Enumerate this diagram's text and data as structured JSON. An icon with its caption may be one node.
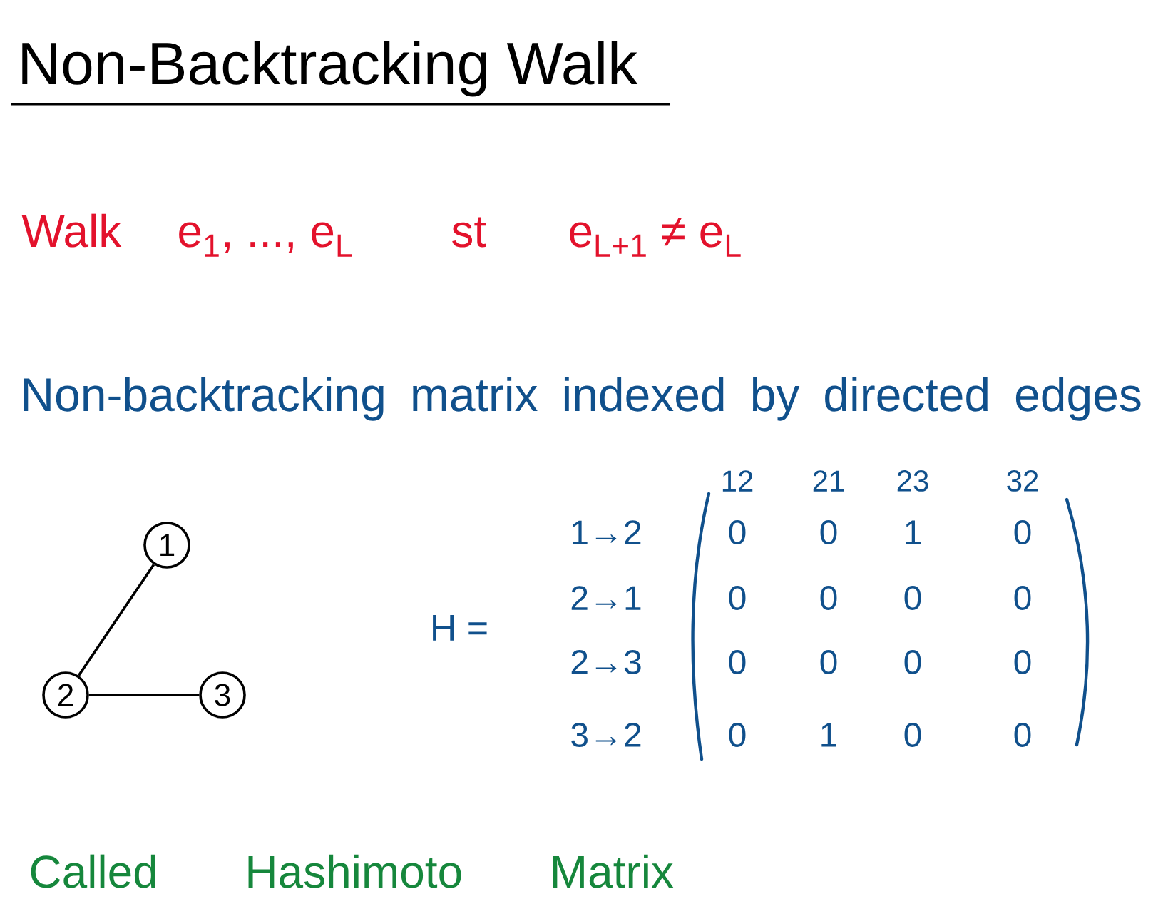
{
  "diagram": {
    "title": "Non-Backtracking Walk",
    "nodes": [
      {
        "text": [
          "1"
        ]
      },
      {
        "text": [
          "2"
        ]
      },
      {
        "text": [
          "3"
        ]
      }
    ],
    "edges": [
      {
        "from": 0,
        "to": 1,
        "arrow": "none"
      },
      {
        "from": 1,
        "to": 2,
        "arrow": "none"
      }
    ],
    "labels": [
      "Walk",
      "e$_{1}$, ..., e$_{L}$",
      "st",
      "e$_{L+1}$ ≠ e$_{L}$",
      "Non-backtracking matrix indexed by directed edges",
      "H =",
      "12",
      "21",
      "23",
      "32",
      "1→2",
      "0",
      "0",
      "1",
      "0",
      "2→1",
      "0",
      "0",
      "0",
      "0",
      "2→3",
      "0",
      "0",
      "0",
      "0",
      "3→2",
      "0",
      "1",
      "0",
      "0",
      "Called Hashimoto Matrix"
    ]
  }
}
